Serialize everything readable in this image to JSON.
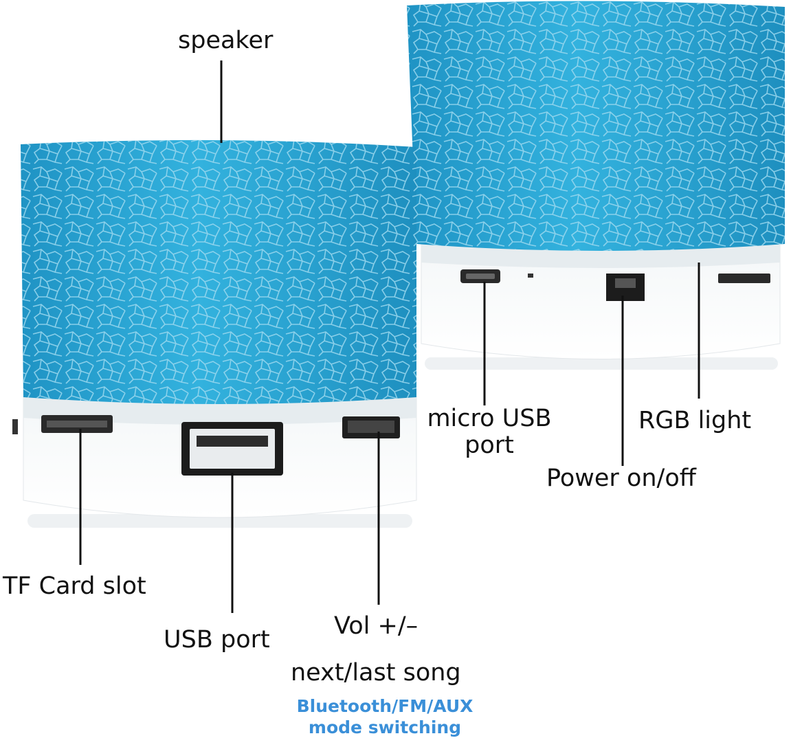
{
  "labels": {
    "speaker": "speaker",
    "micro_usb_line1": "micro USB",
    "micro_usb_line2": "port",
    "rgb_light": "RGB light",
    "power": "Power on/off",
    "tf_card": "TF Card slot",
    "usb_port": "USB port",
    "vol": "Vol +/–",
    "next_last": "next/last song",
    "mode_line1": "Bluetooth/FM/AUX",
    "mode_line2": "mode switching"
  },
  "colors": {
    "speaker_blue": "#2aa6d4",
    "speaker_blue_dark": "#1b86b3",
    "crack_line": "#8fd2ea",
    "base_white": "#f7f9fa",
    "leader_line": "#111111",
    "mode_text": "#3a8fd8"
  },
  "icons": [
    "speaker-front",
    "speaker-back",
    "usb-port-icon",
    "micro-usb-icon",
    "tf-slot-icon",
    "vol-button-icon",
    "power-switch-icon"
  ]
}
